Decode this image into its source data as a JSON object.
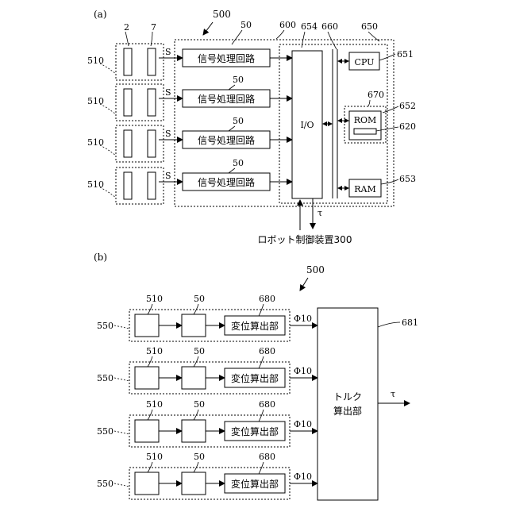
{
  "fig_a": {
    "label": "(a)",
    "ref_main": "500",
    "ref_50": "50",
    "ref_600": "600",
    "ref_654": "654",
    "ref_660": "660",
    "ref_650": "650",
    "ref_651": "651",
    "ref_670": "670",
    "ref_652": "652",
    "ref_620": "620",
    "ref_653": "653",
    "ref_2": "2",
    "ref_7": "7",
    "ref_510": "510",
    "signal_s": "S",
    "signal_circuit": "信号処理回路",
    "io": "I/O",
    "cpu": "CPU",
    "rom": "ROM",
    "ram": "RAM",
    "tau": "τ",
    "controller": "ロボット制御装置300"
  },
  "fig_b": {
    "label": "(b)",
    "ref_main": "500",
    "ref_550": "550",
    "ref_510": "510",
    "ref_50": "50",
    "ref_680": "680",
    "ref_681": "681",
    "displacement": "変位算出部",
    "phi": "Φ10",
    "torque_line1": "トルク",
    "torque_line2": "算出部",
    "tau": "τ"
  }
}
